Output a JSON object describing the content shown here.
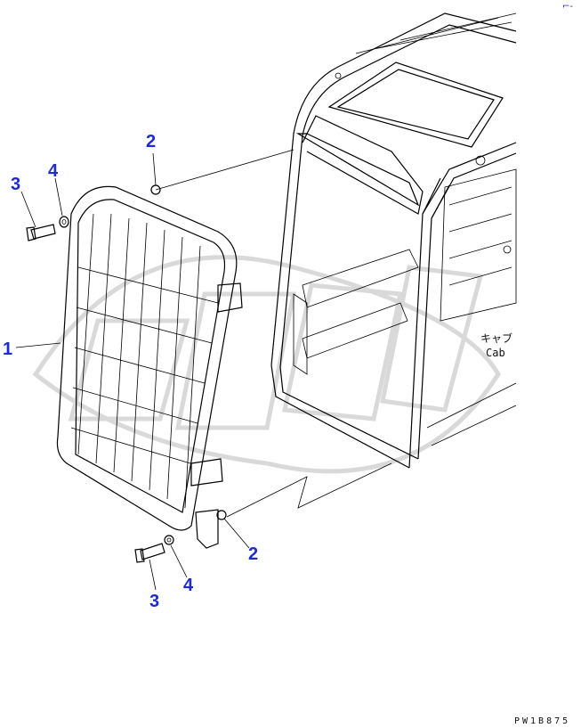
{
  "callouts": {
    "c1": "1",
    "c2_top": "2",
    "c2_bottom": "2",
    "c3_top": "3",
    "c3_bottom": "3",
    "c4_top": "4",
    "c4_bottom": "4"
  },
  "cab_label_jp": "キャブ",
  "cab_label_en": "Cab",
  "drawing_code": "PW1B875",
  "corner_mark": "⌐-",
  "colors": {
    "callout": "#1b2bd6",
    "line": "#000000",
    "watermark": "#d9d9d9"
  }
}
